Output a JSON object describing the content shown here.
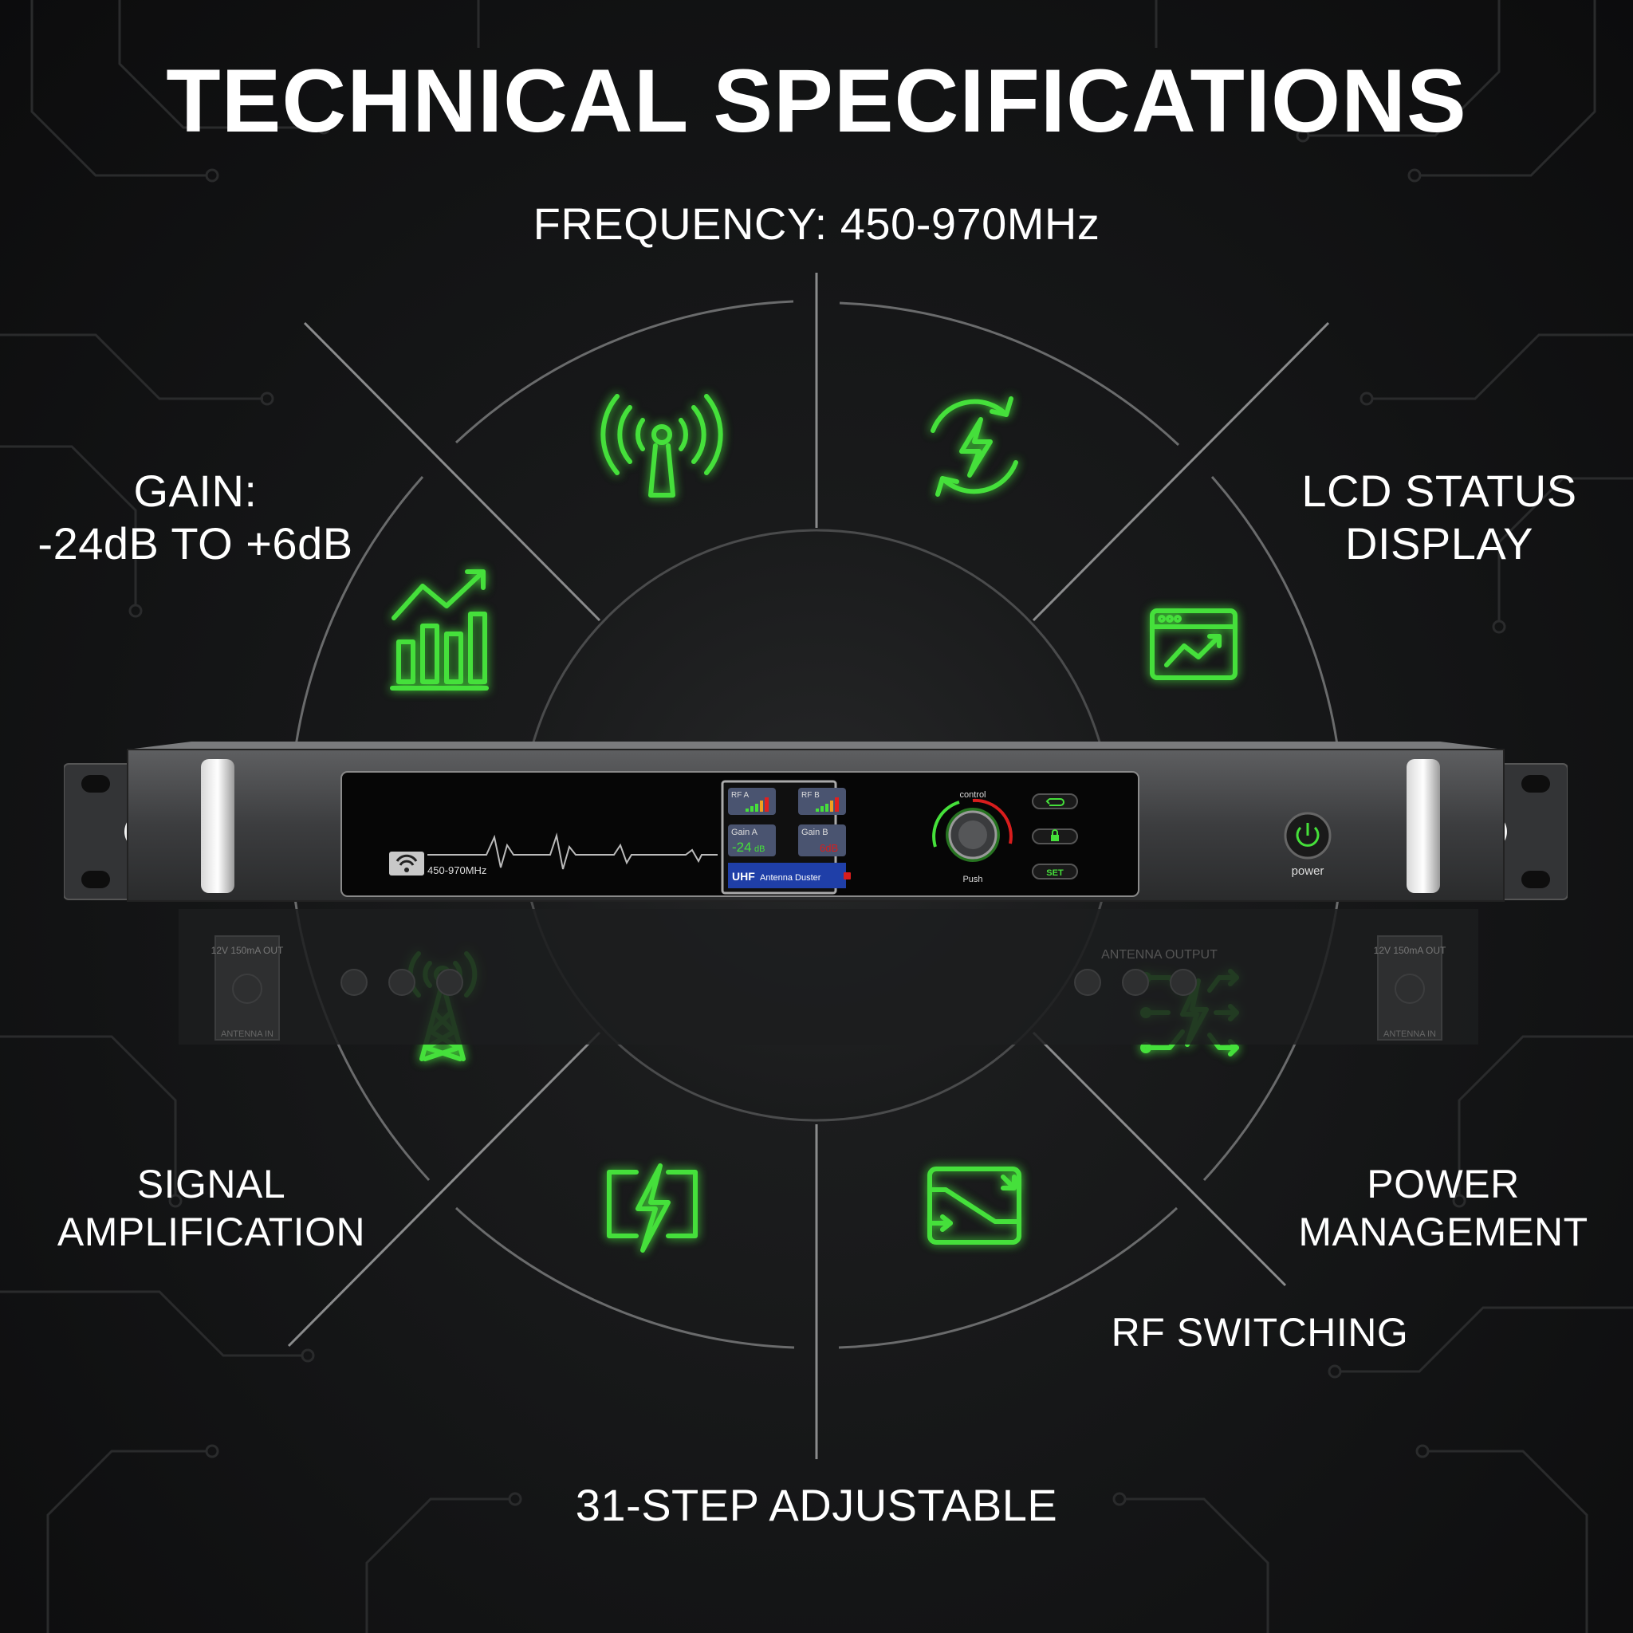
{
  "title": "TECHNICAL SPECIFICATIONS",
  "specs": {
    "frequency": "FREQUENCY: 450-970MHz",
    "gain_line1": "GAIN:",
    "gain_line2": "-24dB TO +6dB",
    "lcd_line1": "LCD STATUS",
    "lcd_line2": "DISPLAY",
    "signal_line1": "SIGNAL",
    "signal_line2": "AMPLIFICATION",
    "power_line1": "POWER",
    "power_line2": "MANAGEMENT",
    "rf_switching": "RF SWITCHING",
    "steps": "31-STEP ADJUSTABLE"
  },
  "icons": [
    "antenna-signal-icon",
    "energy-cycle-icon",
    "bar-chart-growth-icon",
    "monitor-chart-icon",
    "radio-tower-icon",
    "rf-switch-bolt-icon",
    "display-bolt-icon",
    "switch-panel-icon"
  ],
  "device": {
    "freq_label": "450-970MHz",
    "lcd": {
      "rf_a": "RF A",
      "rf_b": "RF B",
      "gain_a_label": "Gain A",
      "gain_a_value": "-24",
      "gain_a_unit": "dB",
      "gain_b_label": "Gain B",
      "gain_b_value": "6dB",
      "footer_prefix": "UHF",
      "footer_text": "Antenna Duster"
    },
    "knob_top_label": "control",
    "knob_bottom_label": "Push",
    "set_label": "SET",
    "power_label": "power",
    "rear_label_left": "12V 150mA OUT",
    "rear_label_right": "12V 150mA OUT",
    "rear_antenna_in": "ANTENNA IN",
    "rear_rf_output": "ANTENNA OUTPUT"
  },
  "colors": {
    "accent_green": "#45e03a",
    "background": "#141516",
    "lcd_blue": "#1f3fa8",
    "lcd_red": "#d81d1d"
  }
}
